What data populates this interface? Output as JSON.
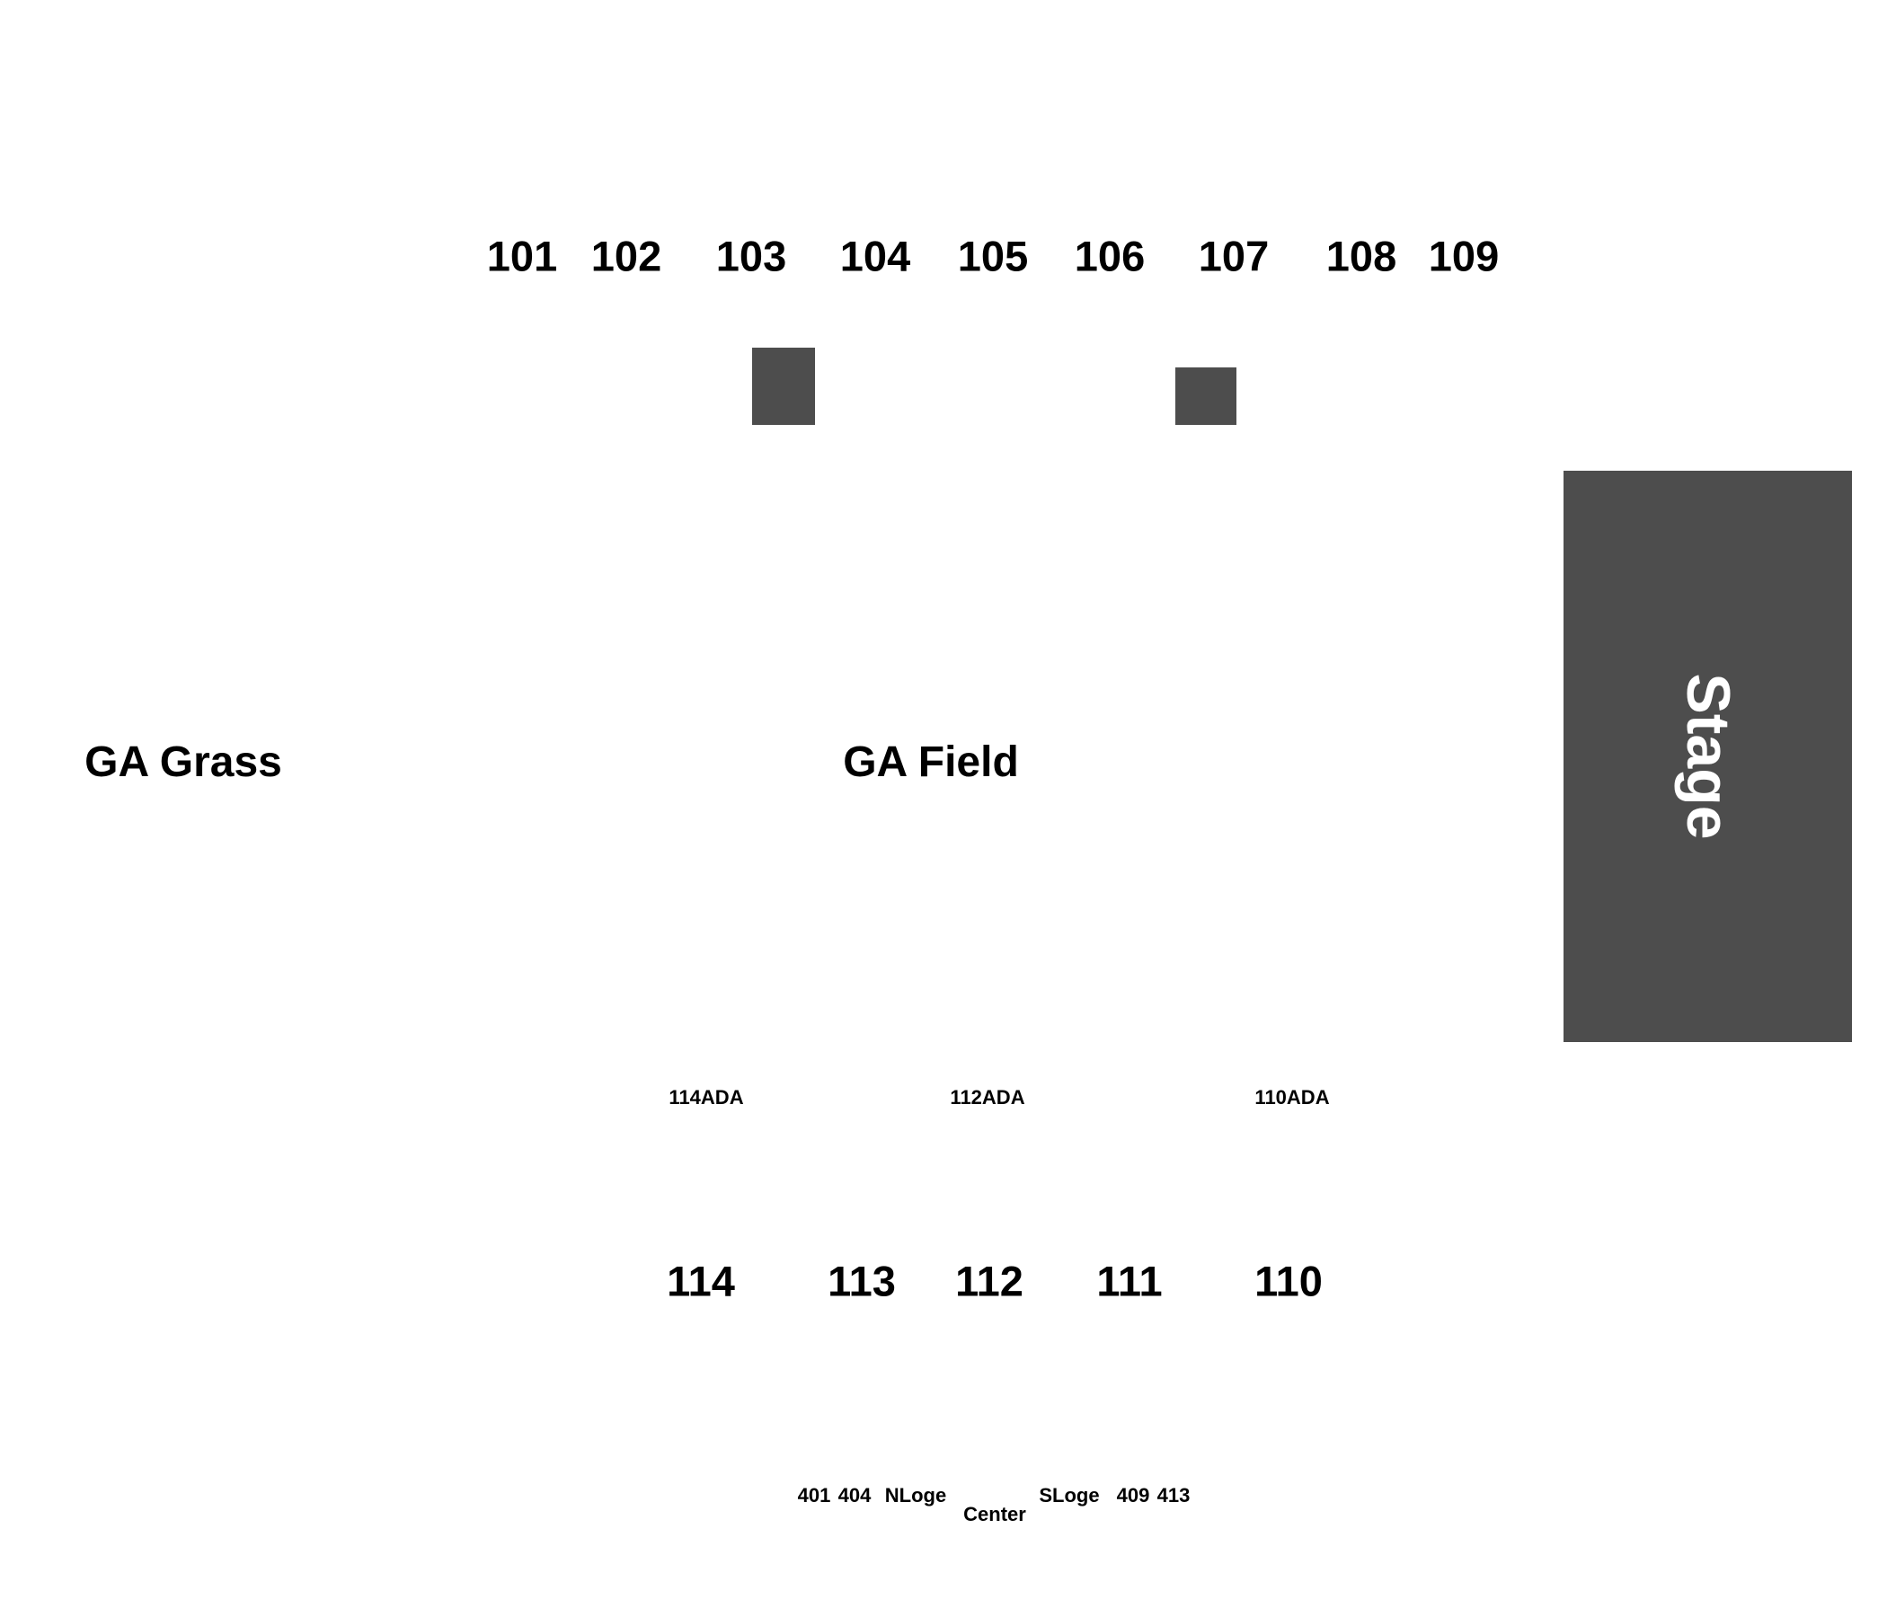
{
  "colors": {
    "background": "#ffffff",
    "stage": "#4d4d4d",
    "obstruction": "#4d4d4d",
    "text": "#000000",
    "stage_text": "#ffffff"
  },
  "sections_top": [
    "101",
    "102",
    "103",
    "104",
    "105",
    "106",
    "107",
    "108",
    "109"
  ],
  "sections_bottom": [
    "114",
    "113",
    "112",
    "111",
    "110"
  ],
  "ada_sections": [
    "114ADA",
    "112ADA",
    "110ADA"
  ],
  "general_admission": {
    "grass": "GA Grass",
    "field": "GA Field"
  },
  "stage": {
    "label": "Stage"
  },
  "loge": {
    "s401": "401",
    "s404": "404",
    "north": "NLoge",
    "center": "Center",
    "south": "SLoge",
    "s409": "409",
    "s413": "413"
  }
}
